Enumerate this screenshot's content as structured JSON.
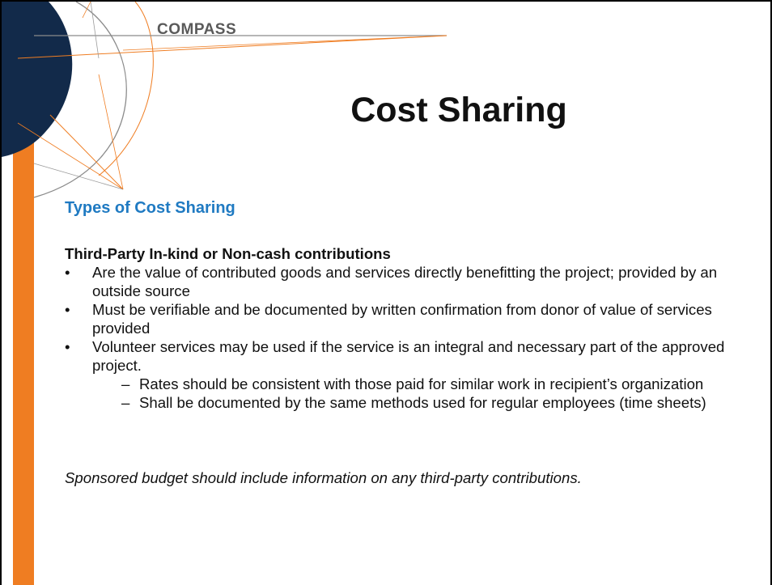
{
  "header": {
    "logo_text": "COMPASS"
  },
  "slide": {
    "title": "Cost Sharing",
    "subtitle": "Types of Cost Sharing",
    "section_heading": "Third-Party In-kind or Non-cash contributions",
    "bullets": [
      "Are the value of contributed goods and services directly benefitting the project; provided by an outside source",
      "Must be verifiable and be documented by written confirmation from donor of value of services provided",
      "Volunteer services may be used if the service is an integral and necessary part of the approved project."
    ],
    "sub_bullets": [
      "Rates should be consistent with those paid for similar work in recipient’s organization",
      "Shall be documented by the same methods used for regular employees (time sheets)"
    ],
    "note": "Sponsored budget should include information on any third-party contributions."
  },
  "colors": {
    "navy": "#122a4a",
    "orange": "#ef7d22",
    "blue_subtitle": "#1f7ac2"
  },
  "icons": {
    "bullet": "•",
    "dash": "–"
  }
}
